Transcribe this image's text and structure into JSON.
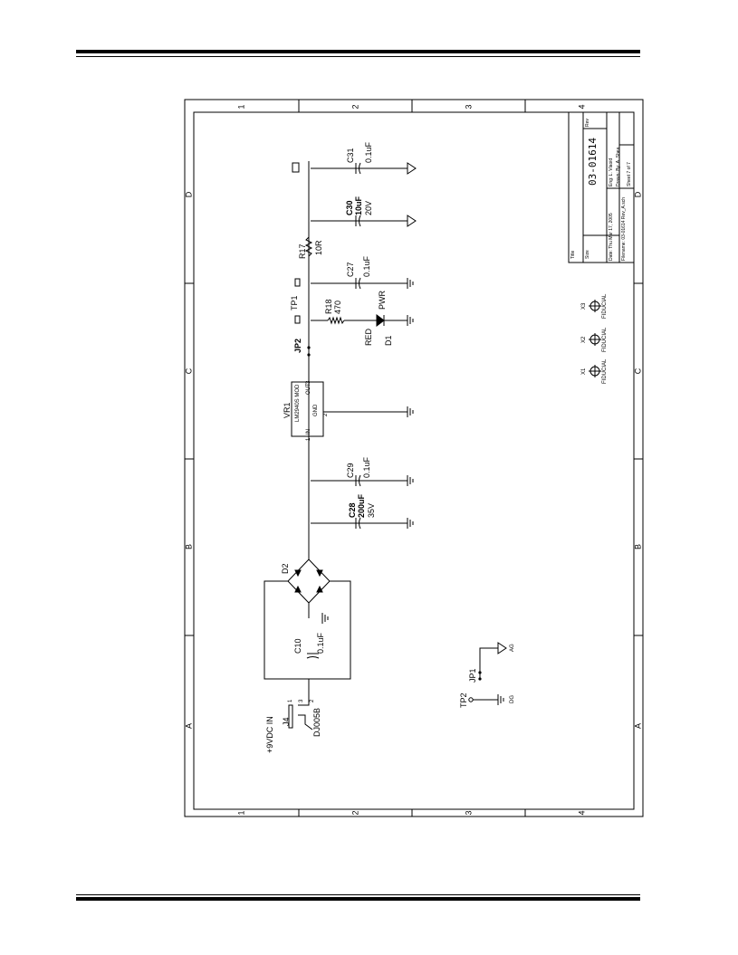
{
  "frame": {
    "top_numbers": [
      "1",
      "2",
      "3",
      "4"
    ],
    "bottom_numbers": [
      "1",
      "2",
      "3",
      "4"
    ],
    "left_letters": [
      "D",
      "C",
      "B",
      "A"
    ],
    "right_letters": [
      "D",
      "C",
      "B",
      "A"
    ]
  },
  "components": {
    "j4": "J4",
    "power_in": "+9VDC IN",
    "jack": "DJ005B",
    "pin1": "1",
    "pin2": "2",
    "pin3": "3",
    "c10": "C10",
    "c10_val": "0.1uF",
    "d2": "D2",
    "c28": "C28",
    "c28_val": "200uF",
    "c28_v": "35V",
    "c29": "C29",
    "c29_val": "0.1uF",
    "vr1": "VR1",
    "vr1_part": "LM2940S MOD",
    "vr1_in": "IN",
    "vr1_out": "OUT",
    "vr1_gnd": "GND",
    "vr1_pin1": "1",
    "vr1_pin2": "2",
    "vr1_pin3": "3",
    "jp2": "JP2",
    "d1": "D1",
    "d1_color": "RED",
    "d1_label": "PWR",
    "r18": "R18",
    "r18_val": "470",
    "tp1": "TP1",
    "c27": "C27",
    "c27_val": "0.1uF",
    "r17": "R17",
    "r17_val": "10R",
    "c30": "C30",
    "c30_val": "10uF",
    "c30_v": "20V",
    "c31": "C31",
    "c31_val": "0.1uF",
    "tp2": "TP2",
    "jp1": "JP1",
    "ag": "AG",
    "dg": "DG",
    "x1": "X1",
    "x2": "X2",
    "x3": "X3",
    "fiducial": "FIDUCIAL"
  },
  "title_block": {
    "title_label": "Title",
    "size_label": "Size",
    "rev_label": "Rev",
    "doc_number": "03-01614",
    "date": "Date: Thu Mar 17, 2005",
    "filename": "Filename: 03-01614 Rev_A.sch",
    "engineer": "Eng: L. Vlaoid",
    "drawn": "Drawn: By: A. Shea",
    "sheet": "Sheet 7 of 7"
  }
}
